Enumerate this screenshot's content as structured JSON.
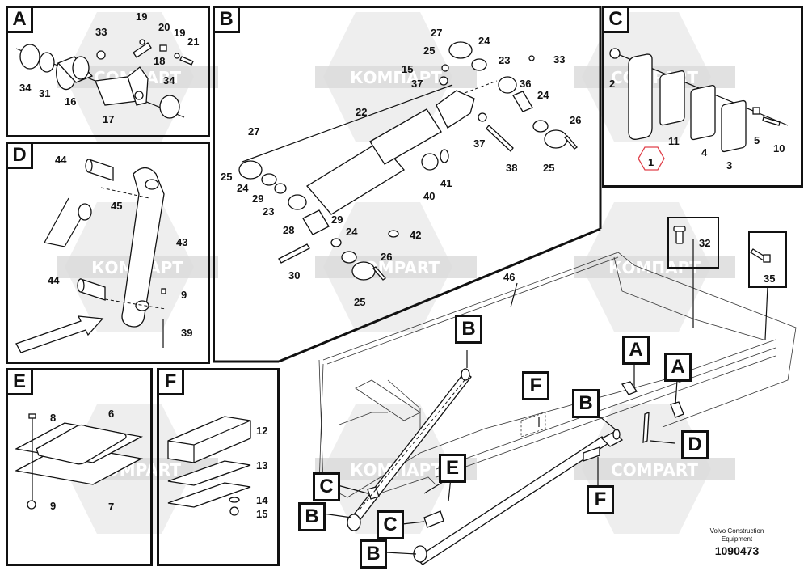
{
  "watermarks": {
    "latin": "COMPART",
    "cyrillic": "КОМПАРТ",
    "color": "#d9d9d9"
  },
  "panels": {
    "A": {
      "letter": "A",
      "labels": [
        "33",
        "19",
        "20",
        "19",
        "21",
        "18",
        "34",
        "31",
        "16",
        "17",
        "34"
      ]
    },
    "B": {
      "letter": "B",
      "labels": [
        "27",
        "24",
        "25",
        "23",
        "33",
        "15",
        "37",
        "36",
        "24",
        "22",
        "26",
        "37",
        "38",
        "25",
        "27",
        "25",
        "24",
        "29",
        "23",
        "40",
        "41",
        "28",
        "29",
        "24",
        "42",
        "30",
        "26",
        "25"
      ]
    },
    "C": {
      "letter": "C",
      "labels": [
        "2",
        "11",
        "4",
        "5",
        "10",
        "3",
        "1"
      ],
      "highlighted_label": "1",
      "highlight_color": "#e0404a"
    },
    "D": {
      "letter": "D",
      "labels": [
        "44",
        "45",
        "43",
        "44",
        "9",
        "39"
      ]
    },
    "E": {
      "letter": "E",
      "labels": [
        "8",
        "6",
        "7",
        "9"
      ]
    },
    "F": {
      "letter": "F",
      "labels": [
        "12",
        "13",
        "14",
        "15"
      ]
    }
  },
  "main": {
    "part_label": "46",
    "detail_labels": [
      "32",
      "35"
    ],
    "callouts": [
      "B",
      "A",
      "A",
      "F",
      "B",
      "D",
      "C",
      "E",
      "B",
      "C",
      "F",
      "B"
    ]
  },
  "footer": {
    "company_line1": "Volvo Construction",
    "company_line2": "Equipment",
    "drawing_number": "1090473"
  }
}
